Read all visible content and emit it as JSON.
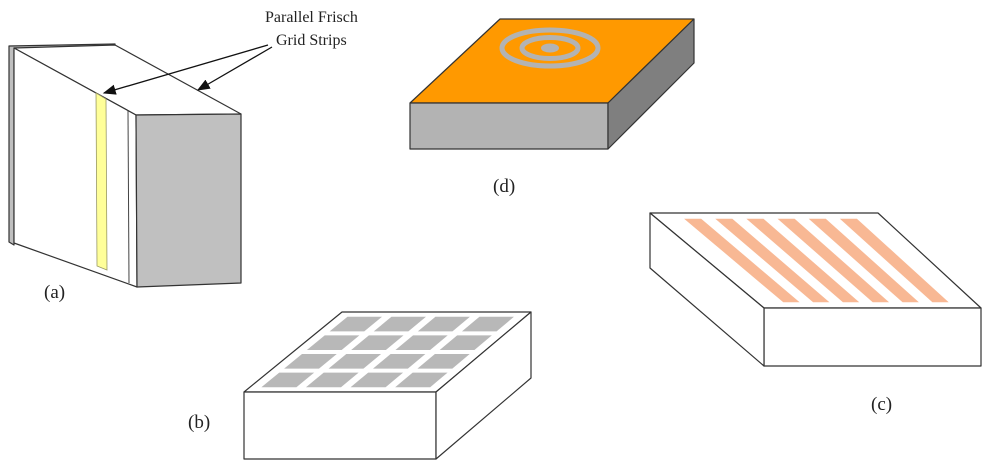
{
  "annotation": {
    "line1": "Parallel Frisch",
    "line2": "Grid Strips"
  },
  "labels": {
    "a": "(a)",
    "b": "(b)",
    "c": "(c)",
    "d": "(d)"
  },
  "colors": {
    "strip_yellow": "#ffff99",
    "gray_face": "#c0c0c0",
    "dark_gray_face": "#7f7f7f",
    "orange_top": "#ff9900",
    "ring_gray": "#b3b3b3",
    "pixel_gray": "#b8b8b8",
    "salmon_strip": "#f8b894"
  }
}
